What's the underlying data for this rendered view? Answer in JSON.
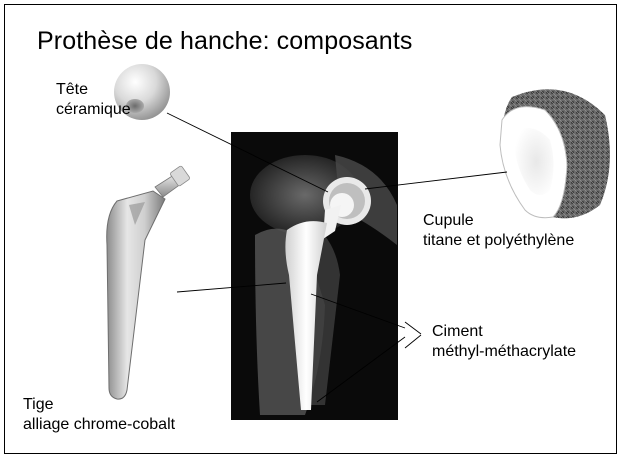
{
  "slide": {
    "title": "Prothèse de hanche: composants"
  },
  "labels": {
    "head": {
      "line1": "Tête",
      "line2": "céramique"
    },
    "cup": {
      "line1": "Cupule",
      "line2": "titane et polyéthylène"
    },
    "cement": {
      "line1": "Ciment",
      "line2": "méthyl-méthacrylate"
    },
    "stem": {
      "line1": "Tige",
      "line2": "alliage chrome-cobalt"
    }
  },
  "images": {
    "ceramic_head": "ceramic-ball-photo",
    "acetabular_cup": "mesh-cup-photo",
    "femoral_stem": "metal-stem-photo",
    "xray": "hip-xray-photo"
  },
  "colors": {
    "xray_background": "#0a0a0a",
    "implant_white": "#f4f4f4",
    "metal_grey": "#bdbdbd"
  }
}
